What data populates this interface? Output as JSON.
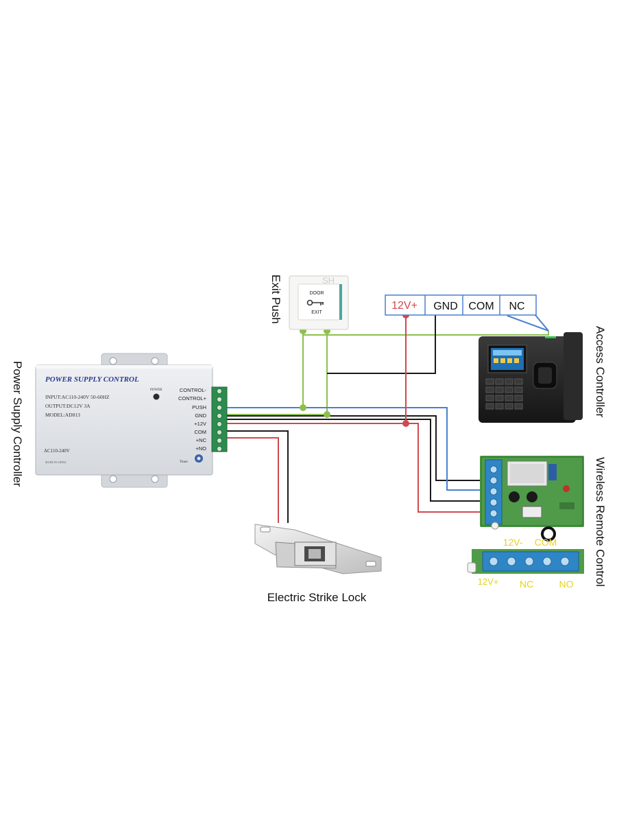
{
  "labels": {
    "power_supply_controller": "Power Supply Controller",
    "exit_push": "Exit Push",
    "access_controller": "Access Controller",
    "wireless_remote_control": "Wireless Remote Control",
    "electric_strike_lock": "Electric Strike Lock"
  },
  "psu": {
    "title": "POWER SUPPLY CONTROL",
    "input": "INPUT:AC110-240V 50-60HZ",
    "output": "OUTPUT:DC12V 3A",
    "model": "MODEL:AD813",
    "power": "POWER",
    "ac": "AC110-240V",
    "made": "MADE IN CHINA",
    "timer": "Timer",
    "terminals": [
      "CONTROL-",
      "CONTROL+",
      "PUSH",
      "GND",
      "+12V",
      "COM",
      "+NC",
      "+NO"
    ]
  },
  "exit_button": {
    "top": "DOOR",
    "bottom": "EXIT",
    "watermark": "SH"
  },
  "access_terminals": [
    "12V+",
    "GND",
    "COM",
    "NC"
  ],
  "remote": {
    "label_12v_minus": "12V-",
    "label_com": "COM",
    "label_12v_plus": "12V+",
    "label_nc": "NC",
    "label_no": "NO"
  },
  "colors": {
    "green_wire": "#8dbf4f",
    "black_wire": "#1a1a1a",
    "blue_wire": "#4a7fd0",
    "red_wire": "#d0494f",
    "terminal_green": "#2e8b4e",
    "remote_label_yellow": "#e6d21e"
  }
}
